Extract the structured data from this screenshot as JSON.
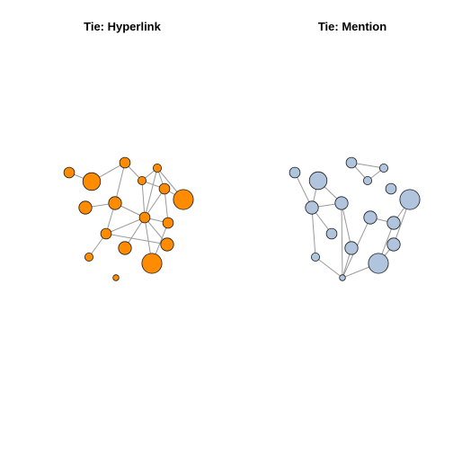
{
  "panels": [
    {
      "title": "Tie: Hyperlink",
      "node_color": "#FF8C00",
      "nodes": [
        {
          "id": "h1",
          "size": 3
        },
        {
          "id": "h2",
          "size": 6
        },
        {
          "id": "h3",
          "size": 3
        },
        {
          "id": "h4",
          "size": 2
        },
        {
          "id": "h5",
          "size": 2
        },
        {
          "id": "h6",
          "size": 4
        },
        {
          "id": "h7",
          "size": 4
        },
        {
          "id": "h8",
          "size": 3
        },
        {
          "id": "h9",
          "size": 7
        },
        {
          "id": "h10",
          "size": 3
        },
        {
          "id": "h11",
          "size": 3
        },
        {
          "id": "h12",
          "size": 3
        },
        {
          "id": "h13",
          "size": 4
        },
        {
          "id": "h14",
          "size": 4
        },
        {
          "id": "h15",
          "size": 2
        },
        {
          "id": "h16",
          "size": 7
        },
        {
          "id": "h17",
          "size": 1
        }
      ],
      "edges": [
        [
          "h1",
          "h2"
        ],
        [
          "h2",
          "h3"
        ],
        [
          "h3",
          "h7"
        ],
        [
          "h3",
          "h5"
        ],
        [
          "h4",
          "h5"
        ],
        [
          "h4",
          "h8"
        ],
        [
          "h4",
          "h9"
        ],
        [
          "h5",
          "h8"
        ],
        [
          "h5",
          "h10"
        ],
        [
          "h6",
          "h7"
        ],
        [
          "h7",
          "h10"
        ],
        [
          "h7",
          "h11"
        ],
        [
          "h8",
          "h10"
        ],
        [
          "h8",
          "h9"
        ],
        [
          "h8",
          "h12"
        ],
        [
          "h10",
          "h11"
        ],
        [
          "h10",
          "h12"
        ],
        [
          "h10",
          "h13"
        ],
        [
          "h10",
          "h14"
        ],
        [
          "h10",
          "h16"
        ],
        [
          "h11",
          "h14"
        ],
        [
          "h11",
          "h15"
        ],
        [
          "h12",
          "h16"
        ],
        [
          "h4",
          "h10"
        ]
      ]
    },
    {
      "title": "Tie: Mention",
      "node_color": "#B0C4DE",
      "nodes": [
        {
          "id": "m1",
          "size": 3
        },
        {
          "id": "m2",
          "size": 6
        },
        {
          "id": "m3",
          "size": 3
        },
        {
          "id": "m4",
          "size": 2
        },
        {
          "id": "m5",
          "size": 2
        },
        {
          "id": "m6",
          "size": 3
        },
        {
          "id": "m7",
          "size": 4
        },
        {
          "id": "m8",
          "size": 4
        },
        {
          "id": "m9",
          "size": 7
        },
        {
          "id": "m10",
          "size": 4
        },
        {
          "id": "m11",
          "size": 3
        },
        {
          "id": "m12",
          "size": 4
        },
        {
          "id": "m13",
          "size": 4
        },
        {
          "id": "m14",
          "size": 2
        },
        {
          "id": "m15",
          "size": 1
        },
        {
          "id": "m16",
          "size": 7
        },
        {
          "id": "m17",
          "size": 4
        }
      ],
      "edges": [
        [
          "m1",
          "m7"
        ],
        [
          "m2",
          "m7"
        ],
        [
          "m2",
          "m8"
        ],
        [
          "m3",
          "m4"
        ],
        [
          "m3",
          "m5"
        ],
        [
          "m4",
          "m5"
        ],
        [
          "m7",
          "m8"
        ],
        [
          "m7",
          "m11"
        ],
        [
          "m7",
          "m14"
        ],
        [
          "m8",
          "m12"
        ],
        [
          "m8",
          "m15"
        ],
        [
          "m12",
          "m15"
        ],
        [
          "m10",
          "m15"
        ],
        [
          "m10",
          "m13"
        ],
        [
          "m13",
          "m16"
        ],
        [
          "m15",
          "m16"
        ],
        [
          "m16",
          "m17"
        ],
        [
          "m17",
          "m9"
        ],
        [
          "m9",
          "m13"
        ],
        [
          "m14",
          "m15"
        ]
      ]
    }
  ]
}
